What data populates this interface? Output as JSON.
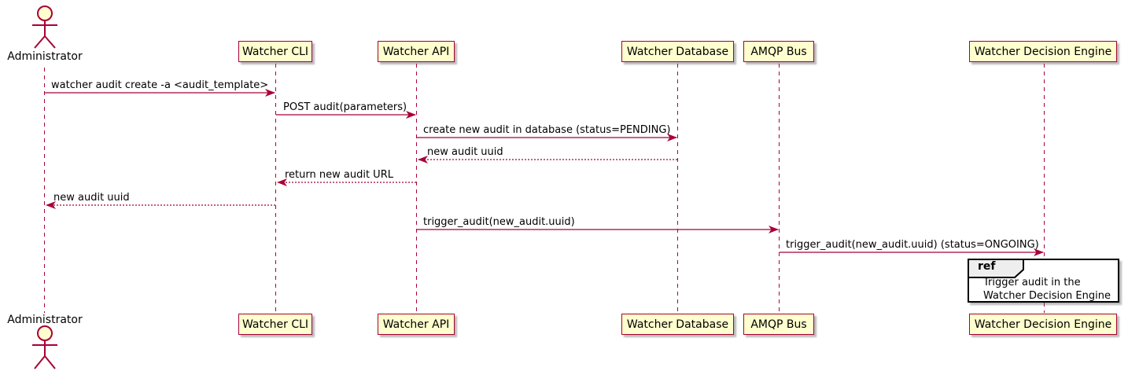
{
  "diagram": {
    "type": "sequence-diagram",
    "colors": {
      "accent": "#A80036",
      "participant_fill": "#FEFECE",
      "lifeline": "#A80036",
      "ref_header_fill": "#EEEEEE",
      "ref_border": "#000000",
      "text": "#000000",
      "background": "#FFFFFF"
    },
    "actor": {
      "label": "Administrator"
    },
    "participants": [
      {
        "label": "Watcher CLI"
      },
      {
        "label": "Watcher API"
      },
      {
        "label": "Watcher Database"
      },
      {
        "label": "AMQP Bus"
      },
      {
        "label": "Watcher Decision Engine"
      }
    ],
    "messages": [
      {
        "from": "Administrator",
        "to": "Watcher CLI",
        "label": "watcher audit create -a <audit_template>",
        "line": "solid"
      },
      {
        "from": "Watcher CLI",
        "to": "Watcher API",
        "label": "POST audit(parameters)",
        "line": "solid"
      },
      {
        "from": "Watcher API",
        "to": "Watcher Database",
        "label": "create new audit in database (status=PENDING)",
        "line": "solid"
      },
      {
        "from": "Watcher Database",
        "to": "Watcher API",
        "label": "new audit uuid",
        "line": "dotted"
      },
      {
        "from": "Watcher API",
        "to": "Watcher CLI",
        "label": "return new audit URL",
        "line": "dotted"
      },
      {
        "from": "Watcher CLI",
        "to": "Administrator",
        "label": "new audit uuid",
        "line": "dotted"
      },
      {
        "from": "Watcher API",
        "to": "AMQP Bus",
        "label": "trigger_audit(new_audit.uuid)",
        "line": "solid"
      },
      {
        "from": "AMQP Bus",
        "to": "Watcher Decision Engine",
        "label": "trigger_audit(new_audit.uuid) (status=ONGOING)",
        "line": "solid"
      }
    ],
    "ref": {
      "keyword": "ref",
      "over": "Watcher Decision Engine",
      "line1": "Trigger audit in the",
      "line2": "Watcher Decision Engine"
    }
  }
}
